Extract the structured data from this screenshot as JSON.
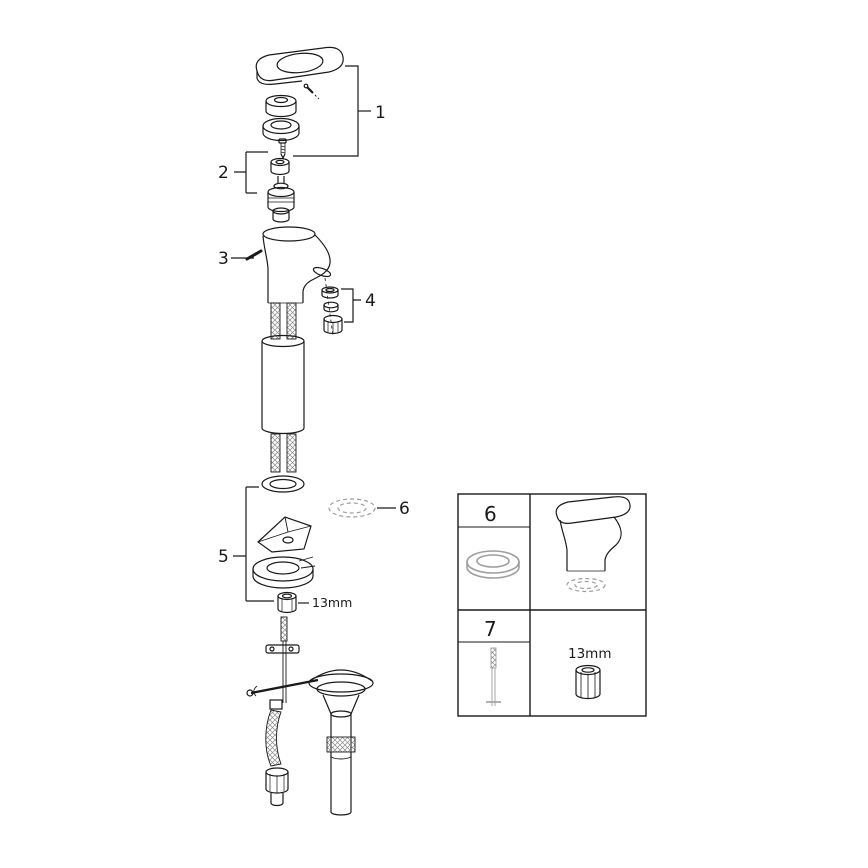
{
  "diagram": {
    "callouts": {
      "n1": "1",
      "n2": "2",
      "n3": "3",
      "n4": "4",
      "n5": "5",
      "n6": "6"
    },
    "nut_size_label": "13mm",
    "inset": {
      "cell6_label": "6",
      "cell7_label": "7",
      "nut_size_label": "13mm"
    },
    "colors": {
      "line": "#1a1a1a",
      "gray": "#9e9e9e",
      "background": "#ffffff"
    }
  }
}
